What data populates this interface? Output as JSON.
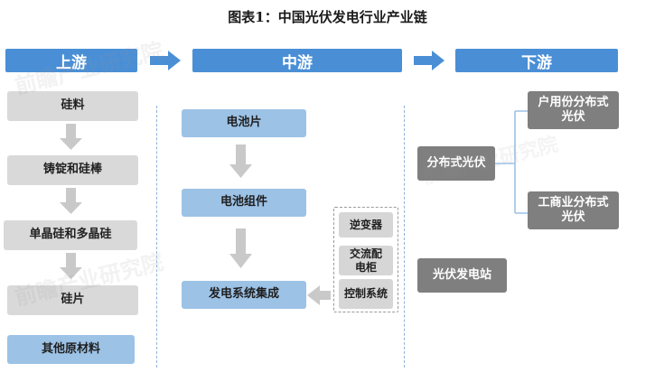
{
  "title": "图表1：中国光伏发电行业产业链",
  "headers": {
    "upstream": "上游",
    "midstream": "中游",
    "downstream": "下游"
  },
  "upstream": {
    "items": [
      "硅料",
      "铸锭和硅棒",
      "单晶硅和多晶硅",
      "硅片"
    ],
    "other": "其他原材料"
  },
  "midstream": {
    "items": [
      "电池片",
      "电池组件",
      "发电系统集成"
    ],
    "equipment": [
      "逆变器",
      "交流配电柜",
      "控制系统"
    ]
  },
  "downstream": {
    "distributed": "分布式光伏",
    "household": "户用份分布式光伏",
    "commercial": "工商业分布式光伏",
    "power_station": "光伏发电站"
  },
  "watermark": "前瞻产业研究院",
  "colors": {
    "header_blue": "#4a8fd6",
    "light_blue": "#9cc2e6",
    "light_gray": "#d9d9d9",
    "dark_gray": "#7f7f7f"
  }
}
